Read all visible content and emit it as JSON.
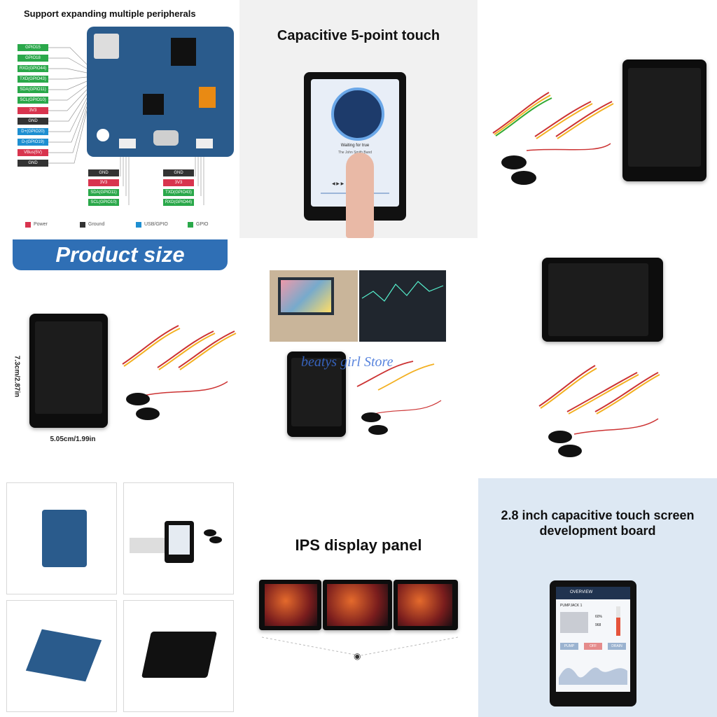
{
  "peripherals": {
    "title": "Support expanding multiple peripherals",
    "left_pins": [
      "GPIO15",
      "GPIO18",
      "RXD(GPIO44)",
      "TXD(GPIO43)",
      "SDA(GPIO11)",
      "SCL(GPIO10)",
      "3V3",
      "GND",
      "D+(GPIO20)",
      "D-(GPIO19)",
      "VBus(5V)",
      "GND"
    ],
    "i2c_pins": [
      "GND",
      "3V3",
      "SDA(GPIO11)",
      "SCL(GPIO10)"
    ],
    "uart_pins": [
      "GND",
      "3V3",
      "TXD(GPIO43)",
      "RXD(GPIO44)"
    ],
    "legend": [
      "Power",
      "Ground",
      "USB/GPIO",
      "GPIO"
    ]
  },
  "touch": {
    "title": "Capacitive 5-point touch",
    "song_title": "Waiting for true",
    "artist": "The John Smith Band"
  },
  "size": {
    "banner": "Product size",
    "height": "7.3cm/2.87in",
    "width": "5.05cm/1.99in"
  },
  "watermark": "beatys girl Store",
  "ips": {
    "title": "IPS display panel"
  },
  "devboard": {
    "title_line1": "2.8 inch capacitive touch screen",
    "title_line2": "development board",
    "ui_header": "OVERVIEW",
    "ui_item": "PUMPJACK 1",
    "ui_percent": "60%",
    "ui_value": "968",
    "ui_buttons": [
      "PUMP",
      "OFF",
      "DRAIN"
    ]
  },
  "colors": {
    "gpio": "#2aa84a",
    "ground": "#333333",
    "power": "#d8344e",
    "usb": "#1e8fd1",
    "banner": "#2f6fb5",
    "board": "#2a5b8c",
    "devboard_bg": "#dde8f3"
  }
}
